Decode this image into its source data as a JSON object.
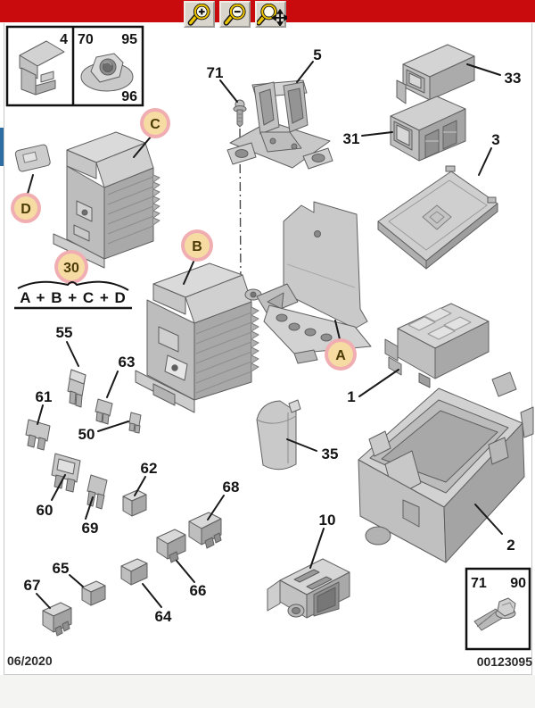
{
  "colors": {
    "toolbar_red": "#c90b0e",
    "callout_ring": "#f1aeb2",
    "callout_fill": "#f6dba3",
    "callout_text": "#4a3a05",
    "accent_blue": "#2e6da4"
  },
  "toolbar": {
    "icons": [
      "magnifier-plus-icon",
      "magnifier-minus-icon",
      "magnifier-pan-icon"
    ]
  },
  "labels": {
    "inset_4": "4",
    "inset_70": "70",
    "inset_95": "95",
    "inset_96": "96",
    "n71": "71",
    "n5": "5",
    "n33": "33",
    "n31": "31",
    "n3": "3",
    "cC": "C",
    "cD": "D",
    "cB": "B",
    "cA": "A",
    "n30": "30",
    "formula": "A + B + C + D",
    "n55": "55",
    "n63": "63",
    "n61": "61",
    "n50": "50",
    "n60": "60",
    "n69": "69",
    "n62": "62",
    "n68": "68",
    "n35": "35",
    "n1": "1",
    "n10": "10",
    "n2": "2",
    "n65": "65",
    "n66": "66",
    "n67": "67",
    "n64": "64",
    "box_71": "71",
    "box_90": "90",
    "date": "06/2020",
    "doc_number": "00123095"
  }
}
